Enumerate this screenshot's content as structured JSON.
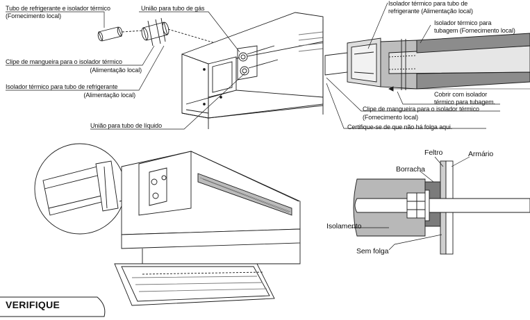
{
  "labels": {
    "refrigerant_tube_insulator": "Tubo de refrigerante e isolador térmico",
    "local_supply_paren": "(Fornecimento local)",
    "gas_tube_union": "União para tubo de gás",
    "hose_clip_insulator": "Clipe de mangueira para o isolador térmico",
    "local_feed_paren": "(Alimentação local)",
    "insulator_refrigerant_tube": "Isolador térmico para tubo de refrigerante",
    "local_feed_paren_2": "(Alimentação local)",
    "liquid_tube_union": "União para tubo de líquido",
    "detail_insulator_line1": "Isolador térmico para tubo de",
    "detail_insulator_line2": "refrigerante (Alimentação local)",
    "detail_tubing_insulator_line1": "Isolador térmico para",
    "detail_tubing_insulator_line2": "tubagem (Fornecimento local)",
    "cover_line1": "Cobrir com isolador",
    "cover_line2": "térmico para tubagem.",
    "detail_hose_clip": "Clipe de mangueira para o isolador térmico",
    "detail_local_supply": "(Fornecimento local)",
    "no_gap_check": "Certifique-se de que não há folga aqui.",
    "felt": "Feltro",
    "cabinet": "Armário",
    "rubber": "Borracha",
    "insulation": "Isolamento",
    "no_gap": "Sem folga"
  },
  "section": {
    "title": "VERIFIQUE"
  },
  "colors": {
    "line": "#1a1a1a",
    "grey": "#9a9a9a",
    "dark_grey": "#6b6b6b",
    "light_grey": "#cfcfcf"
  }
}
